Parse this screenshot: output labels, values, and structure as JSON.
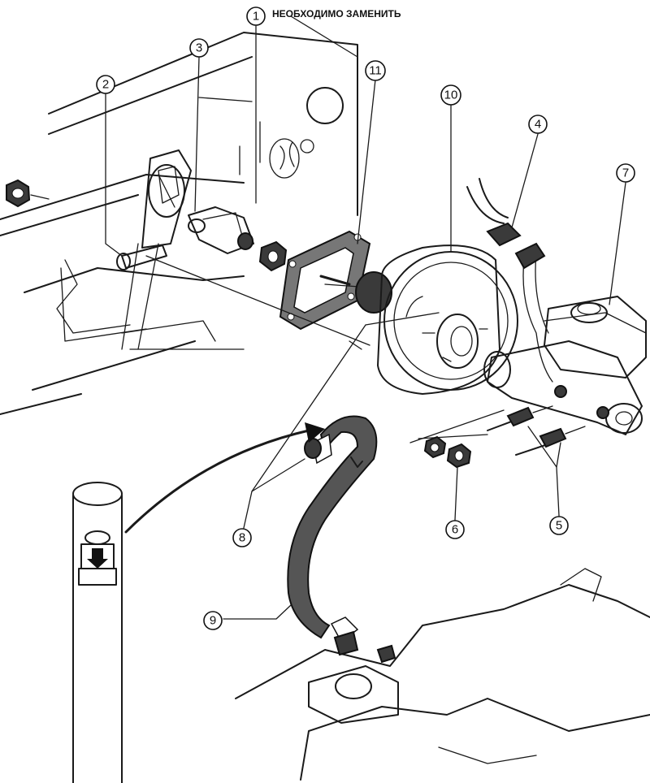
{
  "note": "НЕОБХОДИМО ЗАМЕНИТЬ",
  "callouts": [
    "1",
    "2",
    "3",
    "4",
    "5",
    "6",
    "7",
    "8",
    "9",
    "10",
    "11"
  ],
  "icons": [
    "check-valve-detail-icon",
    "flow-arrow-icon"
  ]
}
